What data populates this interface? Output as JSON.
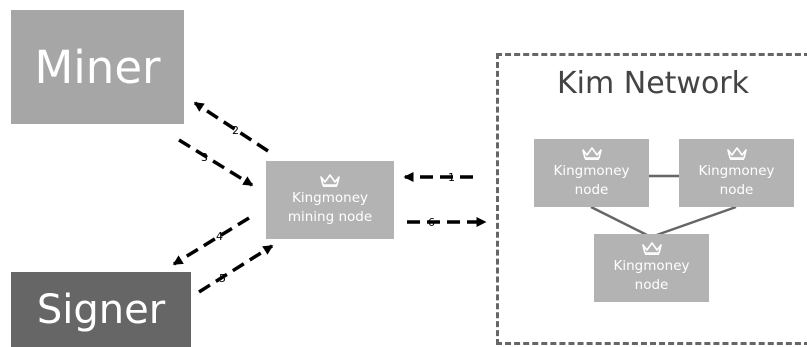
{
  "miner": {
    "label": "Miner",
    "color": "#a6a6a6"
  },
  "signer": {
    "label": "Signer",
    "color": "#666666"
  },
  "mining_node": {
    "line1": "Kingmoney",
    "line2": "mining node"
  },
  "network": {
    "title": "Kim Network",
    "nodes": [
      {
        "line1": "Kingmoney",
        "line2": "node"
      },
      {
        "line1": "Kingmoney",
        "line2": "node"
      },
      {
        "line1": "Kingmoney",
        "line2": "node"
      }
    ]
  },
  "arrows": [
    {
      "label": "1"
    },
    {
      "label": "2"
    },
    {
      "label": "3"
    },
    {
      "label": "4"
    },
    {
      "label": "5"
    },
    {
      "label": "6"
    }
  ],
  "icons": {
    "node_icon": "crown-icon"
  },
  "colors": {
    "node": "#b3b3b3",
    "arrow": "#000000",
    "frame": "#666666"
  }
}
